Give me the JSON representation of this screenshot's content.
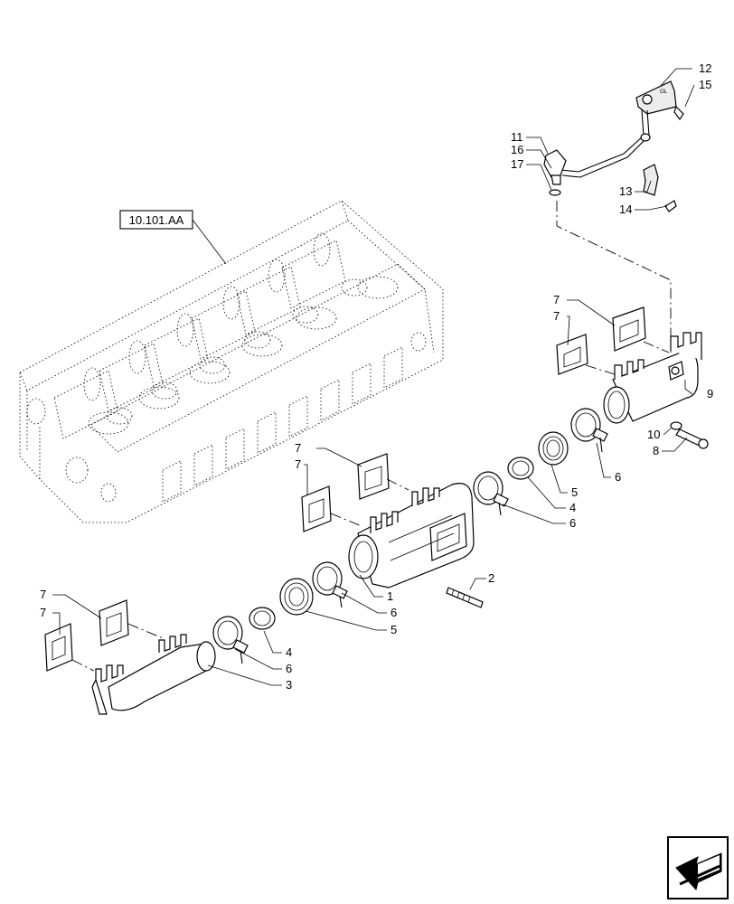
{
  "reference_box": {
    "label": "10.101.AA"
  },
  "callouts": [
    {
      "id": "c12a",
      "text": "12"
    },
    {
      "id": "c15",
      "text": "15"
    },
    {
      "id": "c11",
      "text": "11"
    },
    {
      "id": "c16",
      "text": "16"
    },
    {
      "id": "c17",
      "text": "17"
    },
    {
      "id": "c13",
      "text": "13"
    },
    {
      "id": "c14",
      "text": "14"
    },
    {
      "id": "c7a",
      "text": "7"
    },
    {
      "id": "c7b",
      "text": "7"
    },
    {
      "id": "c9",
      "text": "9"
    },
    {
      "id": "c10",
      "text": "10"
    },
    {
      "id": "c8",
      "text": "8"
    },
    {
      "id": "c7c",
      "text": "7"
    },
    {
      "id": "c7d",
      "text": "7"
    },
    {
      "id": "c6a",
      "text": "6"
    },
    {
      "id": "c5a",
      "text": "5"
    },
    {
      "id": "c4a",
      "text": "4"
    },
    {
      "id": "c6b",
      "text": "6"
    },
    {
      "id": "c2",
      "text": "2"
    },
    {
      "id": "c1",
      "text": "1"
    },
    {
      "id": "c6c",
      "text": "6"
    },
    {
      "id": "c5b",
      "text": "5"
    },
    {
      "id": "c7e",
      "text": "7"
    },
    {
      "id": "c7f",
      "text": "7"
    },
    {
      "id": "c4b",
      "text": "4"
    },
    {
      "id": "c6d",
      "text": "6"
    },
    {
      "id": "c3",
      "text": "3"
    }
  ],
  "nav_icon": {
    "name": "next-page-arrow-icon"
  }
}
